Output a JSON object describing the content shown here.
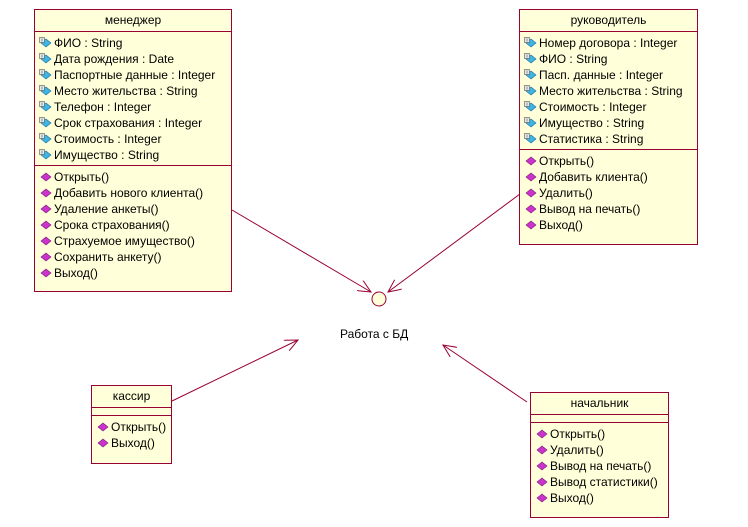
{
  "colors": {
    "box_fill": "#ffffd9",
    "border": "#990033",
    "line": "#990033",
    "attr_icon": "#3fb5e6",
    "op_icon": "#cc33cc"
  },
  "icons": {
    "attribute": "attribute-icon",
    "operation": "operation-icon"
  },
  "interface": {
    "label": "Работа с БД"
  },
  "classes": {
    "manager": {
      "name": "менеджер",
      "attributes": [
        "ФИО : String",
        "Дата рождения : Date",
        "Паспортные данные : Integer",
        "Место жительства : String",
        "Телефон : Integer",
        "Срок страхования : Integer",
        "Стоимость : Integer",
        "Имущество : String"
      ],
      "operations": [
        "Открыть()",
        "Добавить нового клиента()",
        "Удаление анкеты()",
        "Срока страхования()",
        "Страхуемое имущество()",
        "Сохранить анкету()",
        "Выход()"
      ]
    },
    "director": {
      "name": "руководитель",
      "attributes": [
        "Номер договора : Integer",
        "ФИО : String",
        "Пасп. данные : Integer",
        "Место жительства : String",
        "Стоимость : Integer",
        "Имущество : String",
        "Статистика : String"
      ],
      "operations": [
        "Открыть()",
        "Добавить клиента()",
        "Удалить()",
        "Вывод на печать()",
        "Выход()"
      ]
    },
    "cashier": {
      "name": "кассир",
      "attributes": [],
      "operations": [
        "Открыть()",
        "Выход()"
      ]
    },
    "chief": {
      "name": "начальник",
      "attributes": [],
      "operations": [
        "Открыть()",
        "Удалить()",
        "Вывод на печать()",
        "Вывод статистики()",
        "Выход()"
      ]
    }
  }
}
